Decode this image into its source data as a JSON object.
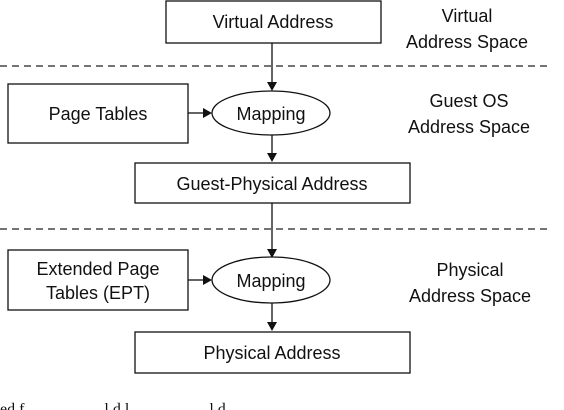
{
  "nodes": {
    "virtual_address": "Virtual Address",
    "page_tables": "Page Tables",
    "mapping_guest": "Mapping",
    "guest_physical_address": "Guest-Physical Address",
    "extended_page_tables_line1": "Extended Page",
    "extended_page_tables_line2": "Tables (EPT)",
    "mapping_host": "Mapping",
    "physical_address": "Physical Address"
  },
  "spaces": {
    "virtual_line1": "Virtual",
    "virtual_line2": "Address Space",
    "guest_line1": "Guest OS",
    "guest_line2": "Address Space",
    "physical_line1": "Physical",
    "physical_line2": "Address Space"
  },
  "caption_fragment": "ed f                    l d l                    l d"
}
